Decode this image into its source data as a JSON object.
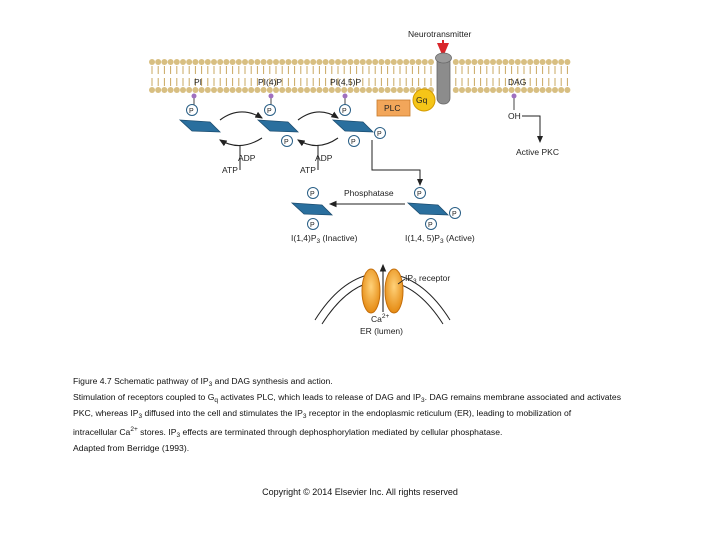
{
  "diagram": {
    "labels": {
      "neurotransmitter": "Neurotransmitter",
      "pi": "PI",
      "pi4p": "PI(4)P",
      "pi45p": "PI(4,5)P",
      "dag": "DAG",
      "plc": "PLC",
      "gq": "Gq",
      "oh": "OH",
      "active_pkc": "Active PKC",
      "adp": "ADP",
      "atp": "ATP",
      "phosphatase": "Phosphatase",
      "p": "P",
      "ip3_inactive": "I(1,4)P3 (Inactive)",
      "ip3_active": "I(1,4, 5)P3 (Active)",
      "ip3_receptor": "IP3 receptor",
      "ca": "Ca2+",
      "er_lumen": "ER (lumen)"
    },
    "colors": {
      "membrane_head": "#d8bf82",
      "membrane_tail": "#c9a860",
      "receptor": "#8c8c8c",
      "inositol": "#2a6f9e",
      "phosphate_fill": "#ffffff",
      "phosphate_stroke": "#2a5f86",
      "plc": "#f2a65a",
      "gq": "#f5c518",
      "channel": "#f2a72c",
      "arrow_red": "#d9262b"
    }
  },
  "caption": {
    "line1": "Figure 4.7 Schematic pathway of IP3 and DAG synthesis and action.",
    "line2": "Stimulation of receptors coupled to Gq activates PLC, which leads to release of DAG and IP3. DAG remains membrane associated and activates",
    "line3": "PKC, whereas IP3 diffused into the cell and stimulates the IP3 receptor in the endoplasmic reticulum (ER), leading to mobilization of",
    "line4": "intracellular Ca2+ stores. IP3 effects are terminated through dephosphorylation mediated by cellular phosphatase.",
    "line5": "Adapted from Berridge (1993)."
  },
  "copyright": "Copyright © 2014 Elsevier Inc. All rights reserved"
}
